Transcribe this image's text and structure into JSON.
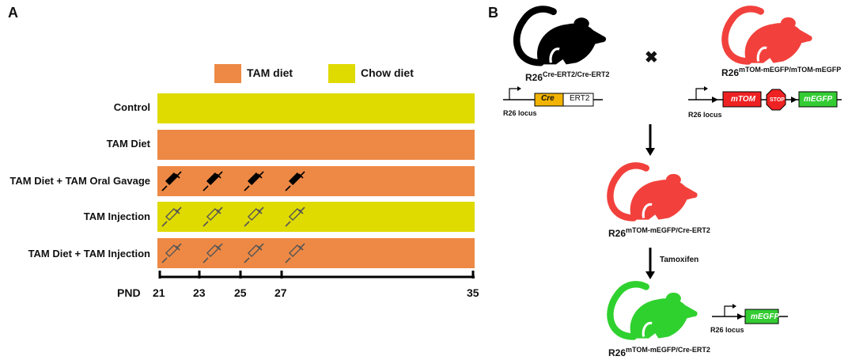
{
  "panel_a": {
    "letter": "A",
    "legend": [
      {
        "label": "TAM diet",
        "color": "#ED8945"
      },
      {
        "label": "Chow diet",
        "color": "#DFDA00"
      }
    ],
    "rows": [
      {
        "label": "Control",
        "color": "#DFDA00",
        "injections": 0,
        "syringe_style": "none"
      },
      {
        "label": "TAM Diet",
        "color": "#ED8945",
        "injections": 0,
        "syringe_style": "none"
      },
      {
        "label": "TAM  Diet + TAM Oral Gavage",
        "color": "#ED8945",
        "injections": 4,
        "syringe_style": "solid"
      },
      {
        "label": "TAM Injection",
        "color": "#DFDA00",
        "injections": 4,
        "syringe_style": "outline"
      },
      {
        "label": "TAM Diet + TAM Injection",
        "color": "#ED8945",
        "injections": 4,
        "syringe_style": "outline"
      }
    ],
    "axis": {
      "label": "PND",
      "ticks": [
        "21",
        "23",
        "25",
        "27",
        "35"
      ]
    }
  },
  "panel_b": {
    "letter": "B",
    "cross_symbol": "✖",
    "mouse_colors": {
      "black": "#000000",
      "red": "#F2413C",
      "green": "#2FD12F"
    },
    "parent1": {
      "base": "R26",
      "sup": "Cre-ERT2/Cre-ERT2",
      "locus": "R26 locus",
      "box1": "Cre",
      "box1_color": "#F2B400",
      "box2": "ERT2"
    },
    "parent2": {
      "base": "R26",
      "sup": "mTOM-mEGFP/mTOM-mEGFP",
      "locus": "R26 locus",
      "box1": "mTOM",
      "box1_color": "#EE2222",
      "stop": "STOP",
      "box2": "mEGFP",
      "box2_color": "#33CC33"
    },
    "offspring": {
      "base": "R26",
      "sup": "mTOM-mEGFP/Cre-ERT2"
    },
    "treatment": "Tamoxifen",
    "result": {
      "base": "R26",
      "sup": "mTOM-mEGFP/Cre-ERT2",
      "locus": "R26 locus",
      "box": "mEGFP",
      "box_color": "#33CC33"
    }
  }
}
